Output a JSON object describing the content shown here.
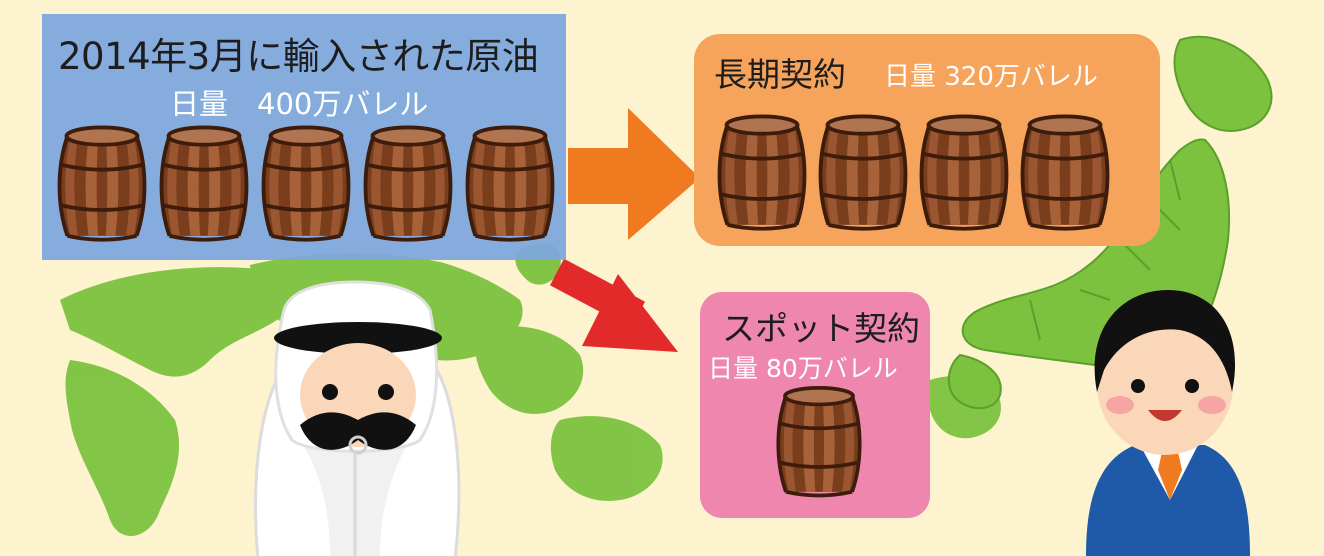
{
  "import_box": {
    "title": "2014年3月に輸入された原油",
    "daily_volume": "日量　400万バレル",
    "barrel_count": 5
  },
  "long_term_box": {
    "title": "長期契約",
    "daily_volume": "日量 320万バレル",
    "barrel_count": 4
  },
  "spot_box": {
    "title": "スポット契約",
    "daily_volume": "日量 80万バレル",
    "barrel_count": 1
  },
  "colors": {
    "background": "#fdf3cf",
    "land": "#7cc23e",
    "import_box": "#7ea8dd",
    "long_term_box": "#f6a35b",
    "spot_box": "#ee86ae",
    "arrow_orange": "#f07a1f",
    "arrow_red": "#e32a2a",
    "barrel": "#7a3e1d"
  }
}
